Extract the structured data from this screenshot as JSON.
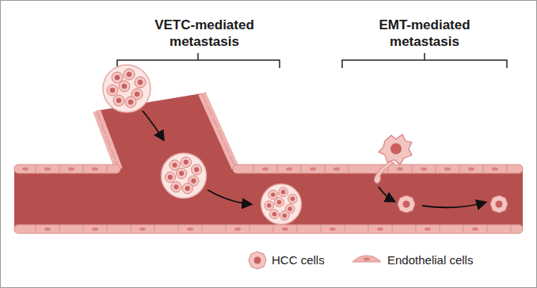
{
  "diagram": {
    "labels": [
      "VETC-mediated metastasis",
      "EMT-mediated metastasis"
    ],
    "legend": [
      {
        "text": "HCC cells"
      },
      {
        "text": "Endothelial cells"
      }
    ]
  }
}
